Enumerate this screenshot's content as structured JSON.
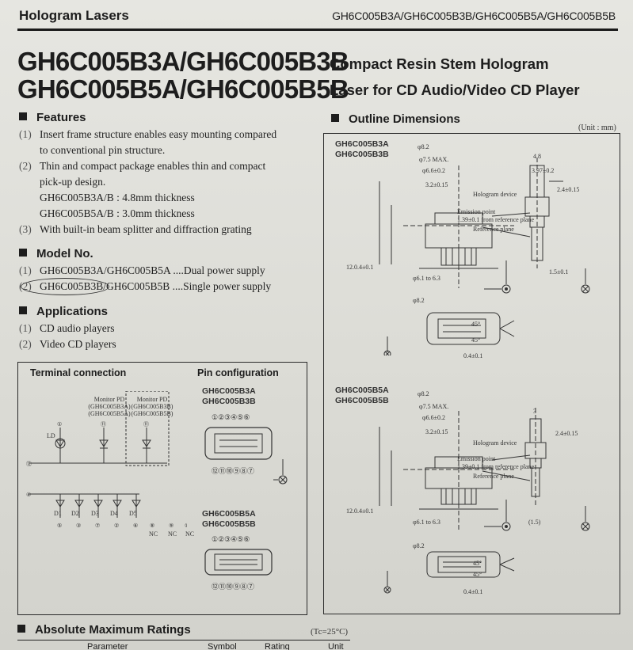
{
  "header": {
    "section": "Hologram Lasers",
    "models": "GH6C005B3A/GH6C005B3B/GH6C005B5A/GH6C005B5B"
  },
  "title": {
    "line1": "GH6C005B3A/GH6C005B3B",
    "line2": "GH6C005B5A/GH6C005B5B",
    "sub1": "Compact Resin Stem Hologram",
    "sub2": "Laser for CD Audio/Video CD Player"
  },
  "features": {
    "heading": "Features",
    "items": [
      {
        "num": "(1)",
        "lines": [
          "Insert frame structure enables easy mounting compared",
          "to conventional pin structure."
        ]
      },
      {
        "num": "(2)",
        "lines": [
          "Thin and compact package enables thin and compact",
          "pick-up design.",
          "GH6C005B3A/B : 4.8mm thickness",
          "GH6C005B5A/B : 3.0mm thickness"
        ]
      },
      {
        "num": "(3)",
        "lines": [
          "With built-in beam splitter and diffraction grating"
        ]
      }
    ]
  },
  "model_no": {
    "heading": "Model No.",
    "items": [
      {
        "num": "(1)",
        "text": "GH6C005B3A/GH6C005B5A ....Dual power supply"
      },
      {
        "num": "(2)",
        "text": "GH6C005B3B/GH6C005B5B ....Single power supply"
      }
    ]
  },
  "applications": {
    "heading": "Applications",
    "items": [
      {
        "num": "(1)",
        "text": "CD audio players"
      },
      {
        "num": "(2)",
        "text": "Video CD players"
      }
    ]
  },
  "terminal": {
    "heading": "Terminal connection",
    "monitor_a": [
      "Monitor PD",
      "(GH6C005B3A)",
      "(GH6C005B5A)"
    ],
    "monitor_b": [
      "Monitor PD",
      "(GH6C005B3B)",
      "(GH6C005B5B)"
    ],
    "ld": "LD",
    "diodes": [
      "D1",
      "D2",
      "D3",
      "D4",
      "D5"
    ],
    "nc": [
      "NC",
      "NC",
      "NC"
    ]
  },
  "pin_config": {
    "heading": "Pin configuration",
    "model_a1": "GH6C005B3A",
    "model_a2": "GH6C005B3B",
    "model_b1": "GH6C005B5A",
    "model_b2": "GH6C005B5B",
    "top_pins": "①②③④⑤⑥",
    "bottom_pins": "⑫⑪⑩⑨⑧⑦"
  },
  "outline": {
    "heading": "Outline Dimensions",
    "unit": "(Unit : mm)",
    "group_a": [
      "GH6C005B3A",
      "GH6C005B3B"
    ],
    "group_b": [
      "GH6C005B5A",
      "GH6C005B5B"
    ],
    "labels": {
      "hologram_device": "Hologram device",
      "emission_point": "Emission point",
      "from_ref": "1.39±0.1 from reference plane",
      "reference_plane": "Reference plane",
      "dim_82": "φ8.2",
      "dim_75": "φ7.5 MAX.",
      "dim_66": "φ6.6±0.2",
      "dim_32": "3.2±0.15",
      "dim_61": "φ6.1 to 6.3",
      "dim_12": "12.0.4±0.1",
      "dim_48": "4.8",
      "dim_397": "3.97±0.2",
      "dim_24": "2.4±0.15",
      "dim_15": "1.5±0.1",
      "dim_15b": "(1.5)",
      "dim_3": "3",
      "dim_04": "0.4±0.1",
      "angle": "45°"
    }
  },
  "ratings": {
    "heading": "Absolute Maximum Ratings",
    "condition": "(Tc=25°C)",
    "columns": [
      "Parameter",
      "Symbol",
      "Rating",
      "Unit"
    ]
  }
}
